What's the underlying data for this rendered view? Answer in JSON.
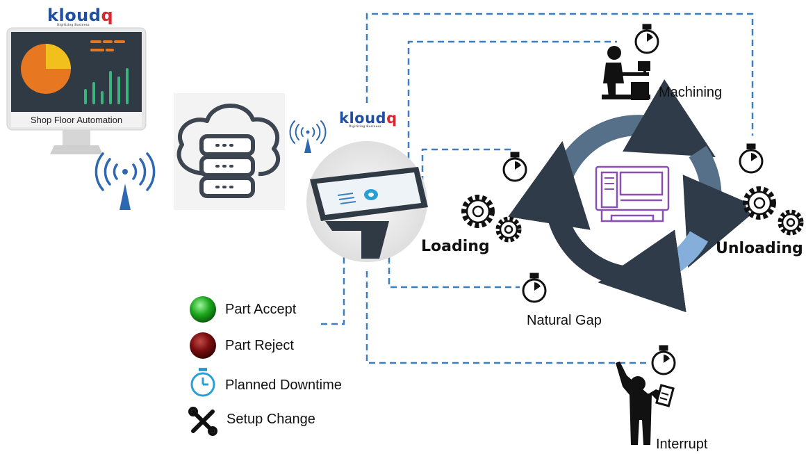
{
  "brand": {
    "name_main": "kloud",
    "name_accent": "q",
    "tagline": "Digitizing Business"
  },
  "monitor": {
    "caption": "Shop Floor Automation"
  },
  "device_brand": {
    "name_main": "kloud",
    "name_accent": "q",
    "tagline": "Digitizing Business"
  },
  "stages": {
    "machining": "Machining",
    "loading": "Loading",
    "unloading": "Unloading",
    "natural_gap": "Natural Gap",
    "interrupt": "Interrupt"
  },
  "legend": [
    {
      "label": "Part Accept",
      "icon": "green-light-icon",
      "color": "#1ea81e"
    },
    {
      "label": "Part Reject",
      "icon": "red-light-icon",
      "color": "#7a0d0d"
    },
    {
      "label": "Planned Downtime",
      "icon": "stopwatch-icon",
      "color": "#2a9fd6"
    },
    {
      "label": "Setup Change",
      "icon": "wrench-screwdriver-icon",
      "color": "#111111"
    }
  ],
  "colors": {
    "connector": "#3a7fc1",
    "cycle_dark": "#2f3b49",
    "cycle_mid": "#56708a",
    "cycle_light": "#86aedb",
    "machine": "#8a4fb5",
    "monitor_frame": "#2f3a45",
    "pie_orange": "#e87722",
    "pie_yellow": "#f2c01c",
    "bars_green": "#3fb37f"
  }
}
